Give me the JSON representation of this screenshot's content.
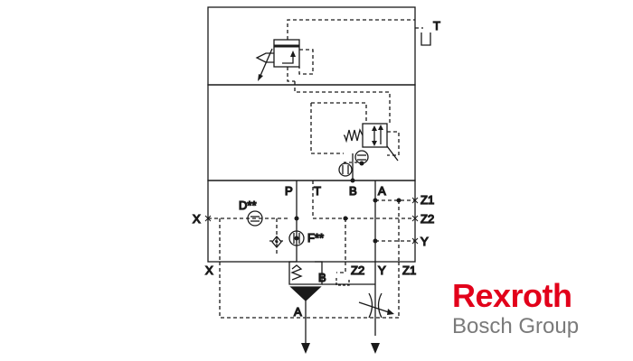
{
  "brand": {
    "name": "Rexroth",
    "sub": "Bosch Group",
    "name_color": "#e2001a",
    "sub_color": "#7a7a7a"
  },
  "ports": {
    "t_top": "T",
    "p": "P",
    "t": "T",
    "b": "B",
    "a": "A",
    "z1_right": "Z1",
    "z2_right": "Z2",
    "y_right": "Y",
    "x_left": "X",
    "x_bottom": "X",
    "b_bottom": "B",
    "z2_bottom": "Z2",
    "y_bottom": "Y",
    "z1_bottom": "Z1",
    "a_bottom": "A"
  },
  "components": {
    "d_label": "D**",
    "f_label": "F**"
  },
  "colors": {
    "line": "#1a1a1a"
  }
}
